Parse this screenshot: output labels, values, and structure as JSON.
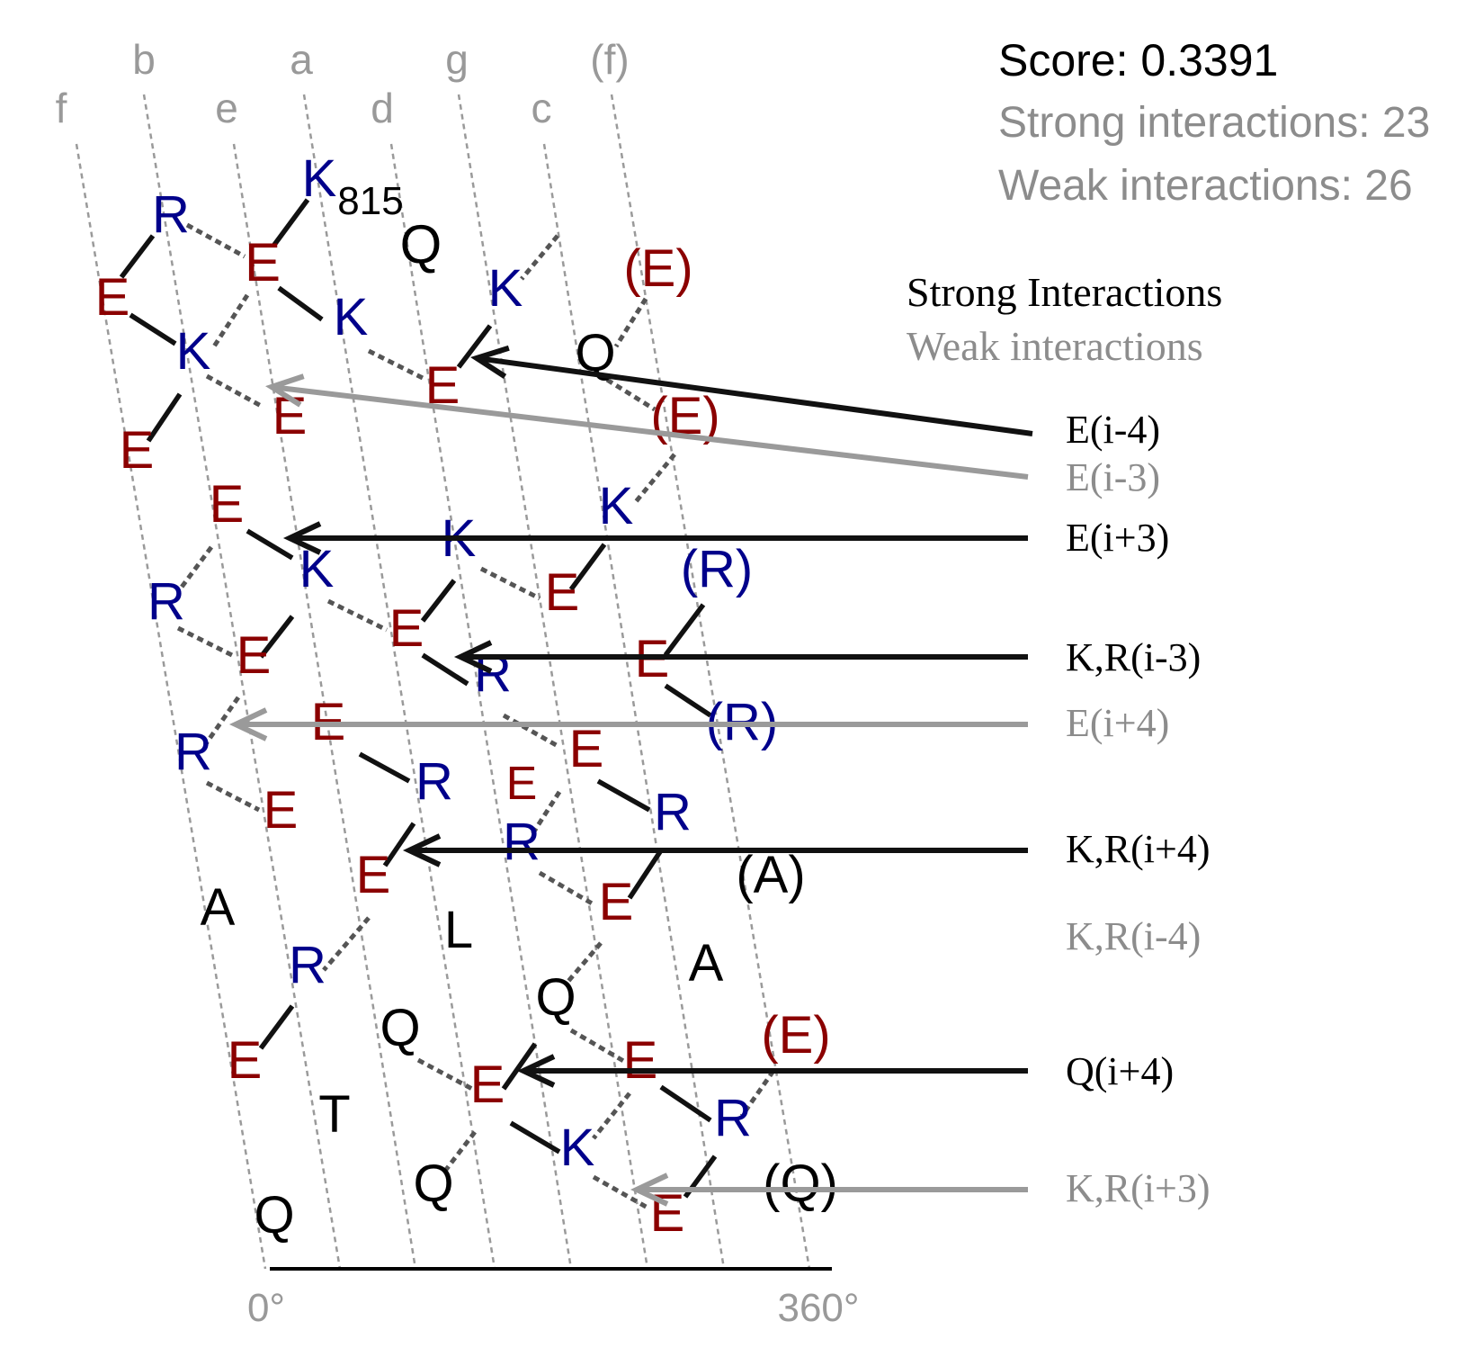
{
  "score": {
    "score_text": "Score: 0.3391",
    "strong_text": "Strong interactions: 23",
    "weak_text": "Weak interactions: 26"
  },
  "legend": {
    "strong_title": "Strong Interactions",
    "weak_title": "Weak interactions"
  },
  "positions": [
    "f",
    "b",
    "e",
    "a",
    "d",
    "g",
    "c",
    "(f)"
  ],
  "axis": {
    "start": "0°",
    "end": "360°"
  },
  "colors": {
    "acid": "#8b0000",
    "basic": "#00008b",
    "neutral": "#000000",
    "strong": "#111111",
    "weak": "#9a9a9a"
  },
  "residues": [
    {
      "t": "R",
      "c": "b"
    },
    {
      "t": "K",
      "c": "b"
    },
    {
      "t": "815",
      "c": "n"
    },
    {
      "t": "Q",
      "c": "n"
    },
    {
      "t": "E",
      "c": "a"
    },
    {
      "t": "E",
      "c": "a"
    },
    {
      "t": "(E)",
      "c": "a"
    },
    {
      "t": "E",
      "c": "a"
    },
    {
      "t": "K",
      "c": "b"
    },
    {
      "t": "K",
      "c": "b"
    },
    {
      "t": "K",
      "c": "b"
    },
    {
      "t": "Q",
      "c": "n"
    },
    {
      "t": "E",
      "c": "a"
    },
    {
      "t": "E",
      "c": "a"
    },
    {
      "t": "(E)",
      "c": "a"
    },
    {
      "t": "E",
      "c": "a"
    },
    {
      "t": "E",
      "c": "a"
    },
    {
      "t": "K",
      "c": "b"
    },
    {
      "t": "K",
      "c": "b"
    },
    {
      "t": "R",
      "c": "b"
    },
    {
      "t": "K",
      "c": "b"
    },
    {
      "t": "E",
      "c": "a"
    },
    {
      "t": "(R)",
      "c": "b"
    },
    {
      "t": "E",
      "c": "a"
    },
    {
      "t": "E",
      "c": "a"
    },
    {
      "t": "E",
      "c": "a"
    },
    {
      "t": "R",
      "c": "b"
    },
    {
      "t": "R",
      "c": "b"
    },
    {
      "t": "(R)",
      "c": "b"
    },
    {
      "t": "E",
      "c": "a"
    },
    {
      "t": "R",
      "c": "b"
    },
    {
      "t": "E",
      "c": "a"
    },
    {
      "t": "E",
      "c": "a"
    },
    {
      "t": "R",
      "c": "b"
    },
    {
      "t": "R",
      "c": "b"
    },
    {
      "t": "E",
      "c": "a"
    },
    {
      "t": "(A)",
      "c": "n"
    },
    {
      "t": "A",
      "c": "n"
    },
    {
      "t": "E",
      "c": "a"
    },
    {
      "t": "L",
      "c": "n"
    },
    {
      "t": "R",
      "c": "b"
    },
    {
      "t": "A",
      "c": "n"
    },
    {
      "t": "Q",
      "c": "n"
    },
    {
      "t": "Q",
      "c": "n"
    },
    {
      "t": "E",
      "c": "a"
    },
    {
      "t": "(E)",
      "c": "a"
    },
    {
      "t": "E",
      "c": "a"
    },
    {
      "t": "E",
      "c": "a"
    },
    {
      "t": "R",
      "c": "b"
    },
    {
      "t": "T",
      "c": "n"
    },
    {
      "t": "K",
      "c": "b"
    },
    {
      "t": "Q",
      "c": "n"
    },
    {
      "t": "(Q)",
      "c": "n"
    },
    {
      "t": "Q",
      "c": "n"
    },
    {
      "t": "E",
      "c": "a"
    }
  ],
  "arrows": [
    {
      "label": "E(i-4)",
      "type": "strong"
    },
    {
      "label": "E(i-3)",
      "type": "weak"
    },
    {
      "label": "E(i+3)",
      "type": "strong"
    },
    {
      "label": "K,R(i-3)",
      "type": "strong"
    },
    {
      "label": "E(i+4)",
      "type": "weak"
    },
    {
      "label": "K,R(i+4)",
      "type": "strong"
    },
    {
      "label": "K,R(i-4)",
      "type": "weak"
    },
    {
      "label": "Q(i+4)",
      "type": "strong"
    },
    {
      "label": "K,R(i+3)",
      "type": "weak"
    }
  ]
}
